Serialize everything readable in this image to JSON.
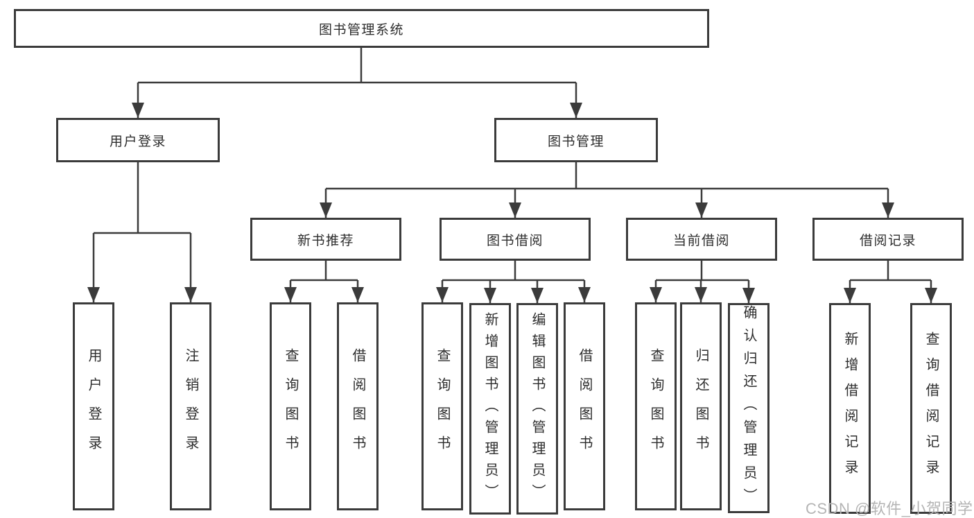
{
  "colors": {
    "line": "#3b3b3b",
    "box_border": "#3b3b3b",
    "text": "#2d2d2d",
    "watermark": "#b4b4b4",
    "background": "#ffffff"
  },
  "diagram": {
    "root": {
      "label": "图书管理系统"
    },
    "branches": [
      {
        "label": "用户登录",
        "children": [
          {
            "label": "用户登录"
          },
          {
            "label": "注销登录"
          }
        ]
      },
      {
        "label": "图书管理",
        "children": [
          {
            "label": "新书推荐",
            "children": [
              {
                "label": "查询图书"
              },
              {
                "label": "借阅图书"
              }
            ]
          },
          {
            "label": "图书借阅",
            "children": [
              {
                "label": "查询图书"
              },
              {
                "label": "新增图书（管理员）"
              },
              {
                "label": "编辑图书（管理员）"
              },
              {
                "label": "借阅图书"
              }
            ]
          },
          {
            "label": "当前借阅",
            "children": [
              {
                "label": "查询图书"
              },
              {
                "label": "归还图书"
              },
              {
                "label": "确认归还（管理员）"
              }
            ]
          },
          {
            "label": "借阅记录",
            "children": [
              {
                "label": "新增借阅记录"
              },
              {
                "label": "查询借阅记录"
              }
            ]
          }
        ]
      }
    ]
  },
  "watermark": {
    "text": "CSDN @软件_小贺同学"
  }
}
